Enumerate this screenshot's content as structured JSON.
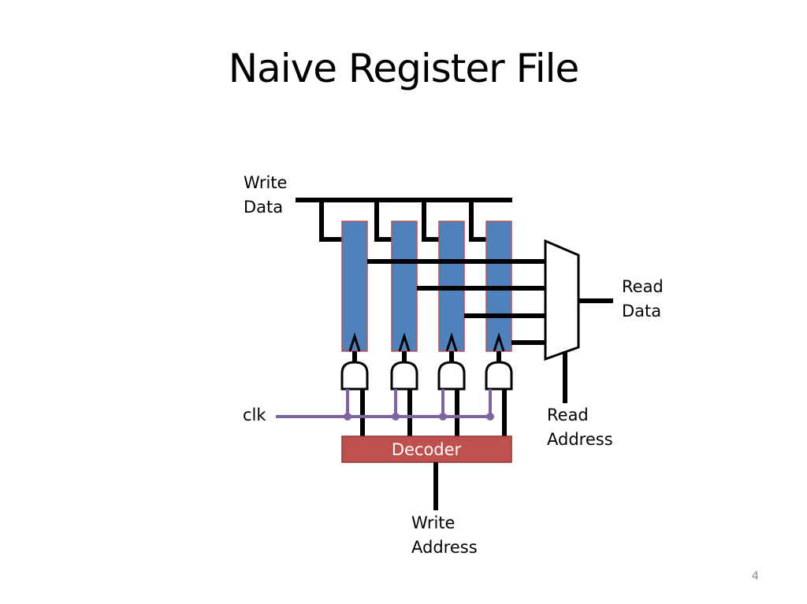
{
  "slide": {
    "title": "Naive Register File",
    "page_number": "4"
  },
  "diagram": {
    "labels": {
      "write_data": [
        "Write",
        "Data"
      ],
      "read_data": [
        "Read",
        "Data"
      ],
      "clk": "clk",
      "read_address": [
        "Read",
        "Address"
      ],
      "write_address": [
        "Write",
        "Address"
      ],
      "decoder": "Decoder"
    },
    "registers": [
      {
        "name": "register-0"
      },
      {
        "name": "register-1"
      },
      {
        "name": "register-2"
      },
      {
        "name": "register-3"
      }
    ],
    "colors": {
      "register_fill": "#4f81bd",
      "register_stroke": "#c0504d",
      "decoder_fill": "#c0504d",
      "decoder_stroke": "#8c3836",
      "clk_wire": "#8064a2",
      "wire": "#000000"
    },
    "components": [
      "write-data-bus",
      "registers",
      "and-gates",
      "clock-line",
      "decoder",
      "read-mux"
    ]
  }
}
